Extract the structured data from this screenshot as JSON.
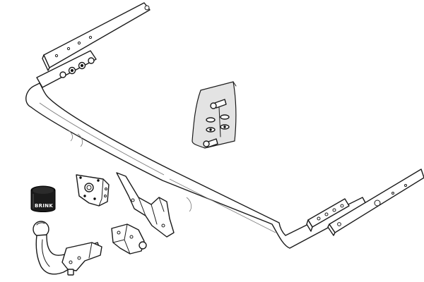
{
  "diagram": {
    "socket_cover_label": "BRINK",
    "colors": {
      "line": "#1a1a1a",
      "fill": "#ffffff",
      "shade": "#e3e3e3",
      "socket": "#1b1b1b"
    },
    "parts": [
      "crossbar",
      "left-mounting-strip",
      "left-bolt-plate",
      "right-mounting-strip",
      "right-side-plate",
      "center-bracket",
      "socket-plate",
      "hardware-bag",
      "electrical-socket",
      "tow-ball-neck",
      "neck-clamp-bracket"
    ]
  }
}
